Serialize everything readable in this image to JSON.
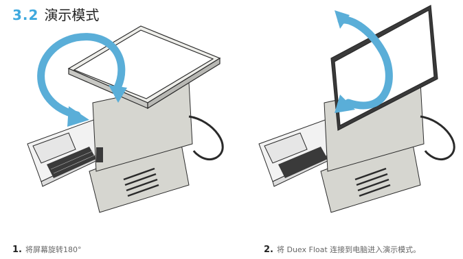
{
  "section": {
    "number": "3.2",
    "title": "演示模式"
  },
  "steps": [
    {
      "number": "1.",
      "text": "将屏幕旋转180°"
    },
    {
      "number": "2.",
      "text": "将 Duex Float 连接到电脑进入演示模式。"
    }
  ],
  "colors": {
    "accent": "#3fa9de",
    "arrow": "#5aaed8",
    "device_body": "#d6d6d0",
    "laptop_body": "#f2f2f2",
    "outline": "#2a2a2a"
  },
  "icons": [
    "rotation-arrow-icon"
  ]
}
